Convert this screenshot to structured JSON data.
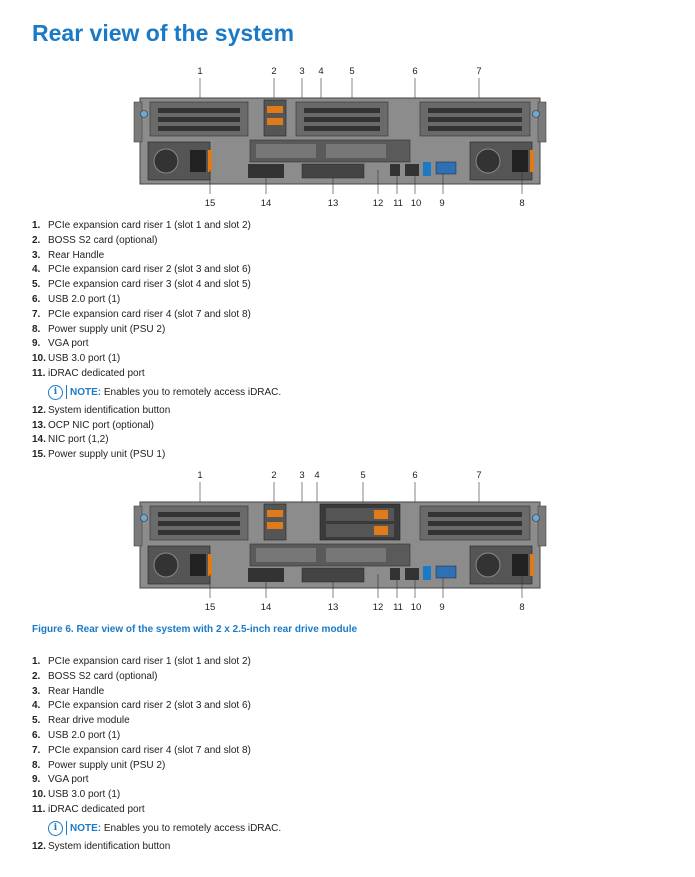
{
  "title": "Rear view of the system",
  "figure1": {
    "top_callouts": [
      "1",
      "2",
      "3",
      "4",
      "5",
      "6",
      "7"
    ],
    "bottom_callouts": [
      "15",
      "14",
      "13",
      "12",
      "11",
      "10",
      "9",
      "8"
    ]
  },
  "list1": [
    {
      "num": "1.",
      "text": "PCIe expansion card riser 1 (slot 1 and slot 2)"
    },
    {
      "num": "2.",
      "text": "BOSS S2 card (optional)"
    },
    {
      "num": "3.",
      "text": "Rear Handle"
    },
    {
      "num": "4.",
      "text": "PCIe expansion card riser 2 (slot 3 and slot 6)"
    },
    {
      "num": "5.",
      "text": "PCIe expansion card riser 3 (slot 4 and slot 5)"
    },
    {
      "num": "6.",
      "text": "USB 2.0 port (1)"
    },
    {
      "num": "7.",
      "text": "PCIe expansion card riser 4 (slot 7 and slot 8)"
    },
    {
      "num": "8.",
      "text": "Power supply unit (PSU 2)"
    },
    {
      "num": "9.",
      "text": "VGA port"
    },
    {
      "num": "10.",
      "text": "USB 3.0 port (1)"
    },
    {
      "num": "11.",
      "text": "iDRAC dedicated port"
    },
    {
      "note": true,
      "label": "NOTE:",
      "text": " Enables you to remotely access iDRAC."
    },
    {
      "num": "12.",
      "text": "System identification button"
    },
    {
      "num": "13.",
      "text": "OCP NIC port (optional)"
    },
    {
      "num": "14.",
      "text": "NIC port (1,2)"
    },
    {
      "num": "15.",
      "text": "Power supply unit (PSU 1)"
    }
  ],
  "figure2": {
    "top_callouts": [
      "1",
      "2",
      "3",
      "4",
      "5",
      "6",
      "7"
    ],
    "bottom_callouts": [
      "15",
      "14",
      "13",
      "12",
      "11",
      "10",
      "9",
      "8"
    ],
    "caption": "Figure 6. Rear view of the system with 2 x 2.5-inch rear drive module"
  },
  "list2": [
    {
      "num": "1.",
      "text": "PCIe expansion card riser 1 (slot 1 and slot 2)"
    },
    {
      "num": "2.",
      "text": "BOSS S2 card (optional)"
    },
    {
      "num": "3.",
      "text": "Rear Handle"
    },
    {
      "num": "4.",
      "text": "PCIe expansion card riser 2 (slot 3 and slot 6)"
    },
    {
      "num": "5.",
      "text": "Rear drive module"
    },
    {
      "num": "6.",
      "text": "USB 2.0 port (1)"
    },
    {
      "num": "7.",
      "text": "PCIe expansion card riser 4 (slot 7 and slot 8)"
    },
    {
      "num": "8.",
      "text": "Power supply unit (PSU 2)"
    },
    {
      "num": "9.",
      "text": "VGA port"
    },
    {
      "num": "10.",
      "text": "USB 3.0 port (1)"
    },
    {
      "num": "11.",
      "text": "iDRAC dedicated port"
    },
    {
      "note": true,
      "label": "NOTE:",
      "text": " Enables you to remotely access iDRAC."
    },
    {
      "num": "12.",
      "text": "System identification button"
    }
  ],
  "colors": {
    "accent": "#1a7ac6",
    "chassis": "#8c8c8c",
    "chassis_dark": "#4a4a4a",
    "psu_handle": "#e07b1a"
  }
}
